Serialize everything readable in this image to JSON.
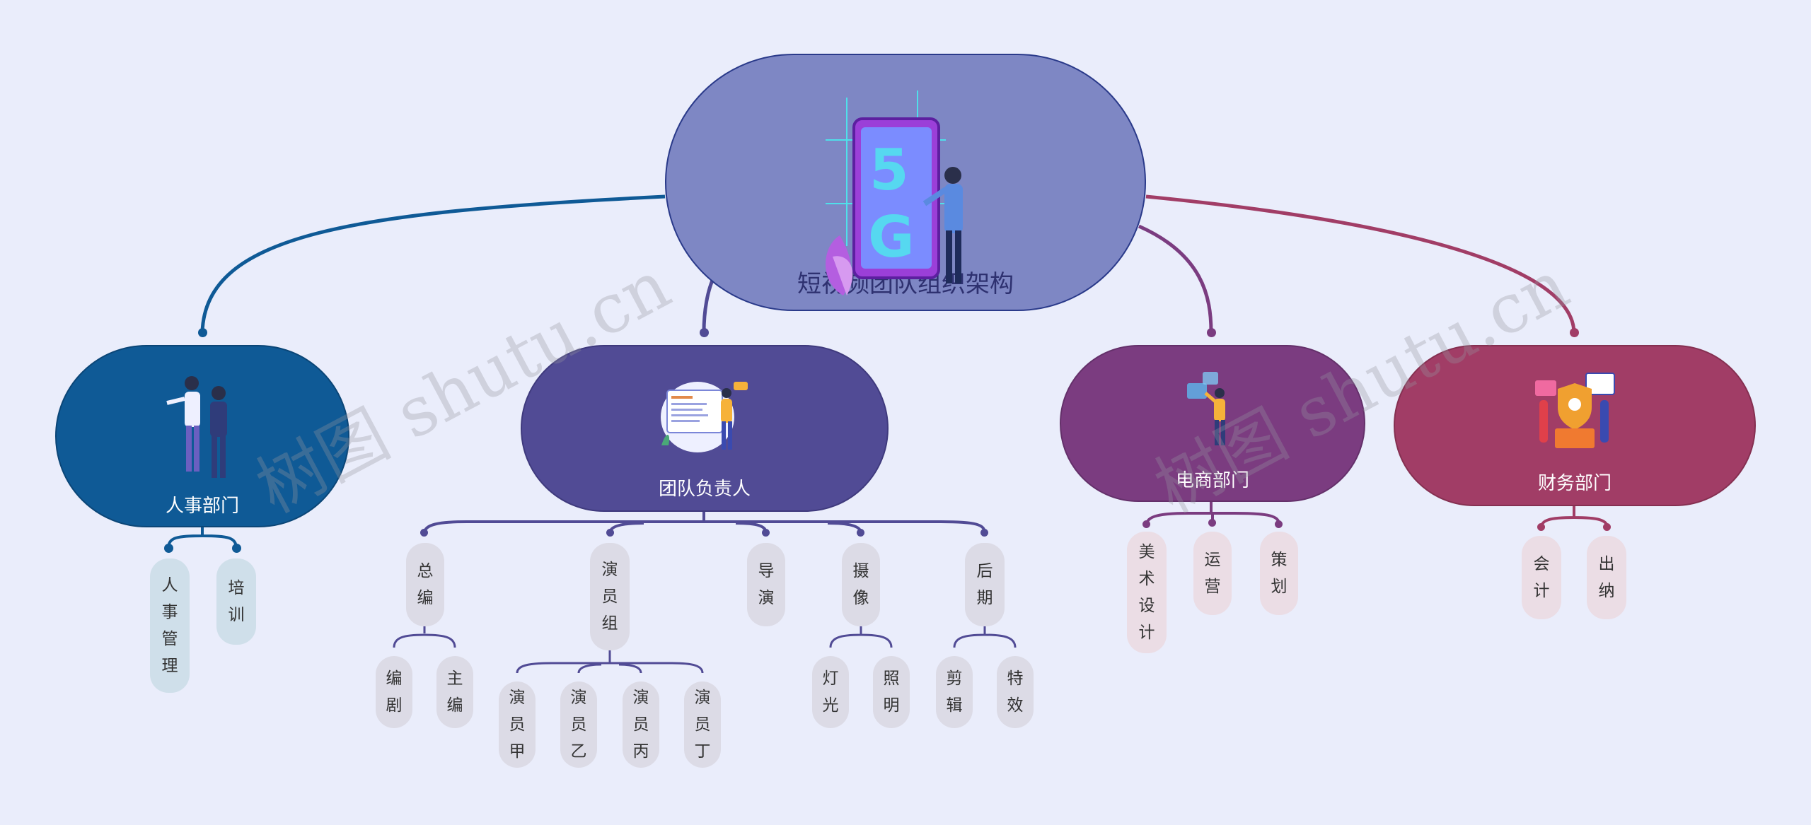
{
  "root": {
    "label": "短视频团队组织架构"
  },
  "colors": {
    "background": "#eaedfb",
    "root": "#7e87c4",
    "hr": "#0f5a96",
    "team": "#514b95",
    "ecommerce": "#7b3c80",
    "finance": "#a13d66"
  },
  "departments": {
    "hr": {
      "label": "人事部门",
      "icon": "people-talking-icon",
      "children": [
        "人事管理",
        "培训"
      ]
    },
    "team": {
      "label": "团队负责人",
      "icon": "presenter-board-icon",
      "children": [
        {
          "label": "总编",
          "children": [
            "编剧",
            "主编"
          ]
        },
        {
          "label": "演员组",
          "children": [
            "演员甲",
            "演员乙",
            "演员丙",
            "演员丁"
          ]
        },
        {
          "label": "导演",
          "children": []
        },
        {
          "label": "摄像",
          "children": [
            "灯光",
            "照明"
          ]
        },
        {
          "label": "后期",
          "children": [
            "剪辑",
            "特效"
          ]
        }
      ]
    },
    "ecommerce": {
      "label": "电商部门",
      "icon": "person-touchscreen-icon",
      "children": [
        "美术设计",
        "运营",
        "策划"
      ]
    },
    "finance": {
      "label": "财务部门",
      "icon": "security-finance-icon",
      "children": [
        "会计",
        "出纳"
      ]
    }
  },
  "watermark": [
    "树图 shutu.cn",
    "树图 shutu.cn"
  ]
}
